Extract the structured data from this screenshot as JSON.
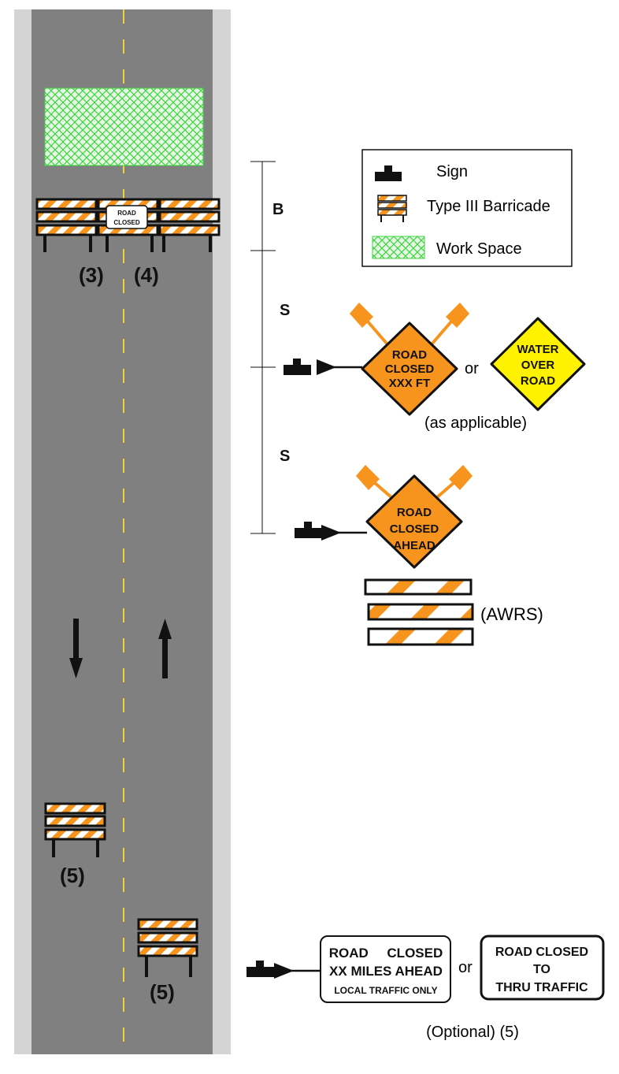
{
  "colors": {
    "road": "#808080",
    "shoulder": "#d4d4d4",
    "centerline": "#f2d23a",
    "orange": "#f7941d",
    "yellow": "#fff200",
    "workspace": "#3dd43d"
  },
  "legend": {
    "sign": "Sign",
    "barricade": "Type III Barricade",
    "workspace": "Work Space"
  },
  "barricade_sign": {
    "line1": "ROAD",
    "line2": "CLOSED"
  },
  "notes": {
    "n3": "(3)",
    "n4": "(4)",
    "n5a": "(5)",
    "n5b": "(5)"
  },
  "dimensions": {
    "b": "B",
    "s1": "S",
    "s2": "S"
  },
  "sign1": {
    "line1": "ROAD",
    "line2": "CLOSED",
    "line3": "XXX FT"
  },
  "or1": "or",
  "sign_water": {
    "line1": "WATER",
    "line2": "OVER",
    "line3": "ROAD"
  },
  "as_applicable": "(as applicable)",
  "sign2": {
    "line1": "ROAD",
    "line2": "CLOSED",
    "line3": "AHEAD"
  },
  "awrs": "(AWRS)",
  "sign3": {
    "line1": "ROAD     CLOSED",
    "line2": "XX MILES AHEAD",
    "line3": "LOCAL TRAFFIC ONLY"
  },
  "or2": "or",
  "sign4": {
    "line1": "ROAD CLOSED",
    "line2": "TO",
    "line3": "THRU TRAFFIC"
  },
  "optional": "(Optional) (5)"
}
